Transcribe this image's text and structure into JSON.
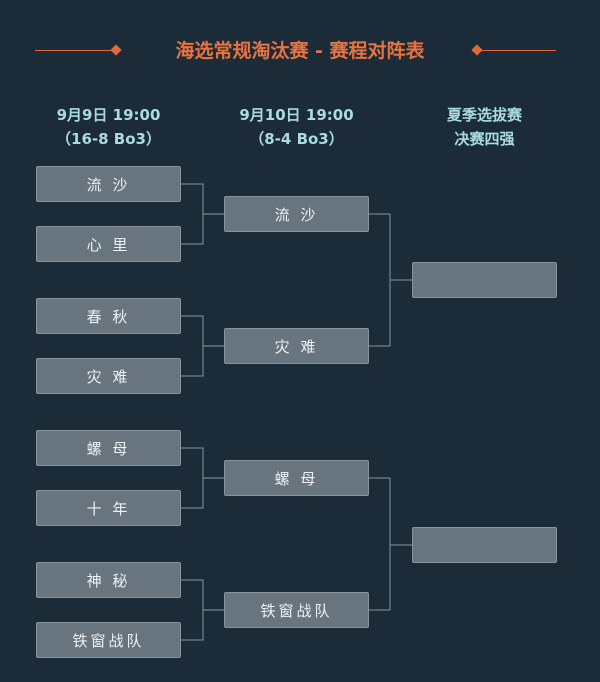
{
  "title": "海选常规淘汰赛 - 赛程对阵表",
  "columns": [
    {
      "line1": "9月9日 19:00",
      "line2": "（16-8 Bo3）"
    },
    {
      "line1": "9月10日 19:00",
      "line2": "（8-4 Bo3）"
    },
    {
      "line1": "夏季选拔赛",
      "line2": "决赛四强"
    }
  ],
  "round1": [
    "流 沙",
    "心 里",
    "春 秋",
    "灾 难",
    "螺 母",
    "十 年",
    "神 秘",
    "铁窗战队"
  ],
  "round2": [
    "流 沙",
    "灾 难",
    "螺 母",
    "铁窗战队"
  ],
  "round3": [
    "",
    ""
  ],
  "colors": {
    "background": "#1b2b38",
    "accent": "#e06a3a",
    "box": "#69757e",
    "header": "#a9dbe0",
    "line": "#8a949b"
  }
}
